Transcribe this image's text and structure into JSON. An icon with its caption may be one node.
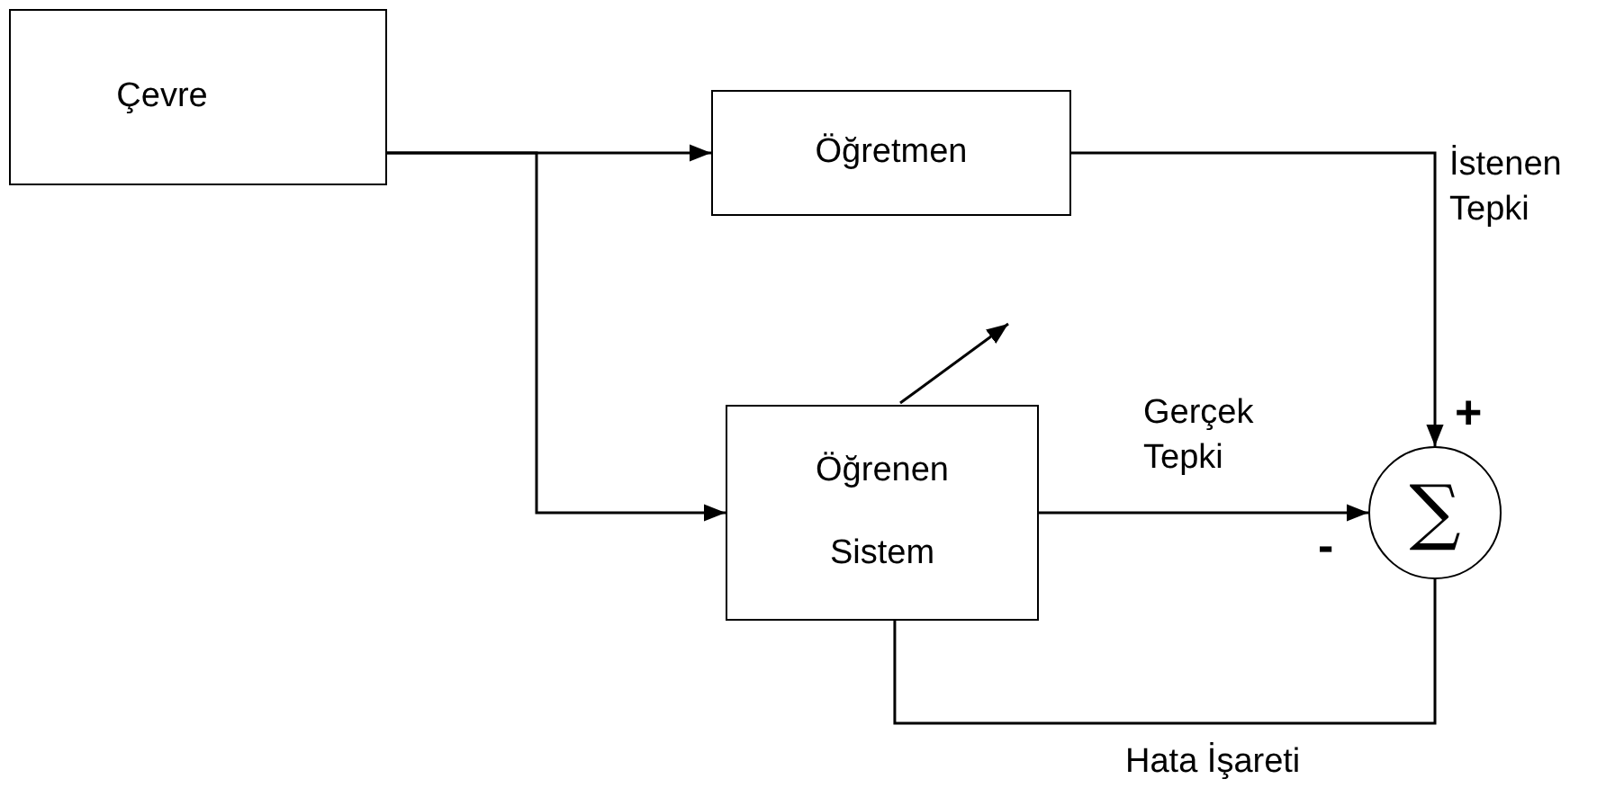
{
  "diagram": {
    "nodes": [
      {
        "text": [
          "Çevre"
        ]
      },
      {
        "text": [
          "Öğretmen"
        ]
      },
      {
        "text": [
          "Öğrenen Sistem"
        ]
      },
      {
        "text": [
          "∑"
        ],
        "beside": [
          "+",
          "-"
        ]
      }
    ],
    "edges": [
      {
        "from": 0,
        "to": 1,
        "arrow": "to"
      },
      {
        "from": 0,
        "to": 2,
        "arrow": "to"
      },
      {
        "from": 1,
        "to": 3,
        "arrow": "to",
        "label": "İstenen Tepki"
      },
      {
        "from": 2,
        "to": 3,
        "arrow": "to",
        "label": "Gerçek Tepki"
      },
      {
        "from": 3,
        "to": 2,
        "arrow": "none",
        "label": "Hata İşareti"
      }
    ]
  }
}
